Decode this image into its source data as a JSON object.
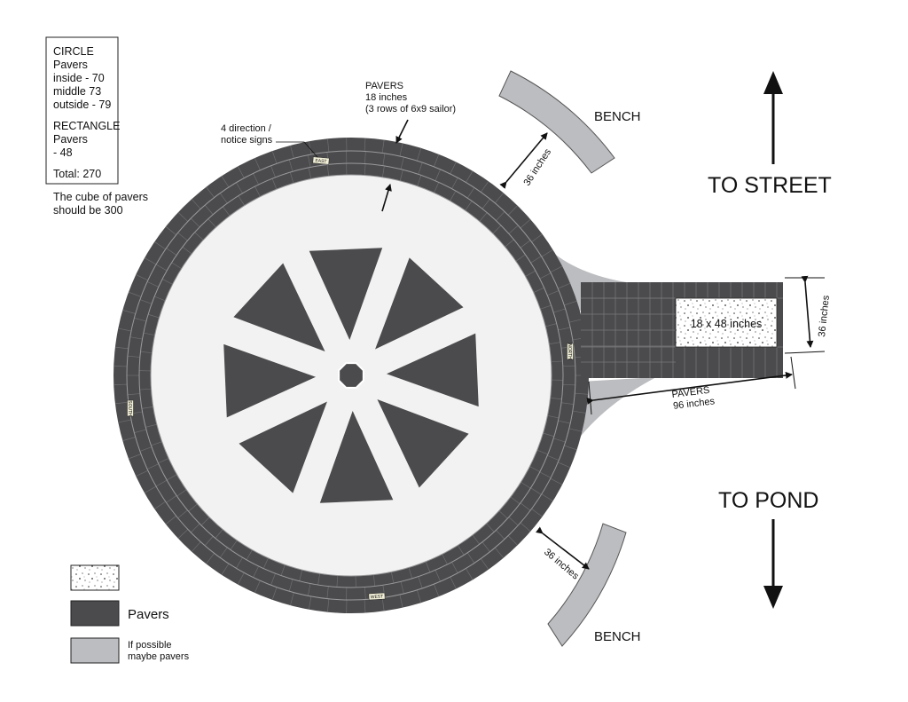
{
  "colors": {
    "pavers": "#4b4b4d",
    "paver_joint": "#9a9a9c",
    "inner_fill": "#f2f2f2",
    "maybe_pavers": "#bcbdc0",
    "bench": "#bcbdc0",
    "outline": "#222222"
  },
  "summary_box": {
    "lines": [
      "CIRCLE",
      "Pavers",
      "inside - 70",
      "middle 73",
      "outside - 79",
      "",
      "RECTANGLE",
      "Pavers",
      "- 48",
      "",
      "Total: 270"
    ],
    "note_lines": [
      "The cube of pavers",
      "should be 300"
    ]
  },
  "callouts": {
    "signs_lines": [
      "4 direction /",
      "notice signs"
    ],
    "pavers_lines": [
      "PAVERS",
      "18 inches",
      "(3 rows of 6x9 sailor)"
    ],
    "bench_top": "BENCH",
    "bench_bottom": "BENCH",
    "gap_top": "36 inches",
    "gap_bottom": "36 inches",
    "walk_width": "36 inches",
    "walk_inner": "18 x 48 inches",
    "walk_length_lines": [
      "PAVERS",
      "96 inches"
    ]
  },
  "directions": {
    "street": "TO STREET",
    "pond": "TO POND"
  },
  "signs": {
    "north": "EAST",
    "east": "NORTH",
    "south": "WEST",
    "west": "SOUTH"
  },
  "legend": {
    "items": [
      {
        "label": "",
        "style": "speckle"
      },
      {
        "label": "Pavers",
        "style": "pavers"
      },
      {
        "label_lines": [
          "If possible",
          "maybe pavers"
        ],
        "style": "maybe"
      }
    ]
  }
}
